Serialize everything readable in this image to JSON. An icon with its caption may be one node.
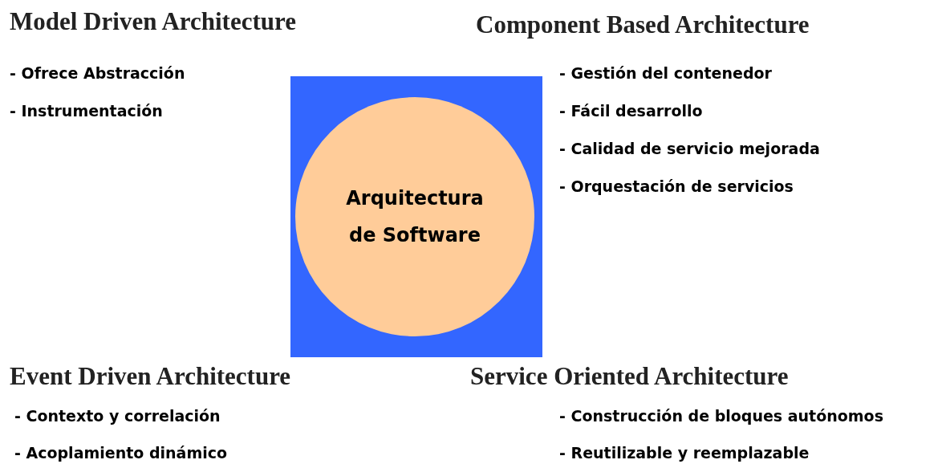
{
  "diagram": {
    "nodes": [
      {
        "text": [],
        "shape": "box"
      },
      {
        "text": [
          "Arquitectura de Software"
        ],
        "in": 0
      }
    ],
    "labels": [
      "Model Driven Architecture",
      "- Ofrece Abstracción",
      "- Instrumentación",
      "Component Based Architecture",
      "- Gestión del contenedor",
      "- Fácil desarrollo",
      "- Calidad de servicio mejorada",
      "- Orquestación de servicios",
      "Event Driven Architecture",
      "- Contexto y correlación",
      "- Acoplamiento dinámico",
      "Service Oriented Architecture",
      "- Construcción de bloques autónomos",
      "- Reutilizable y reemplazable"
    ]
  }
}
